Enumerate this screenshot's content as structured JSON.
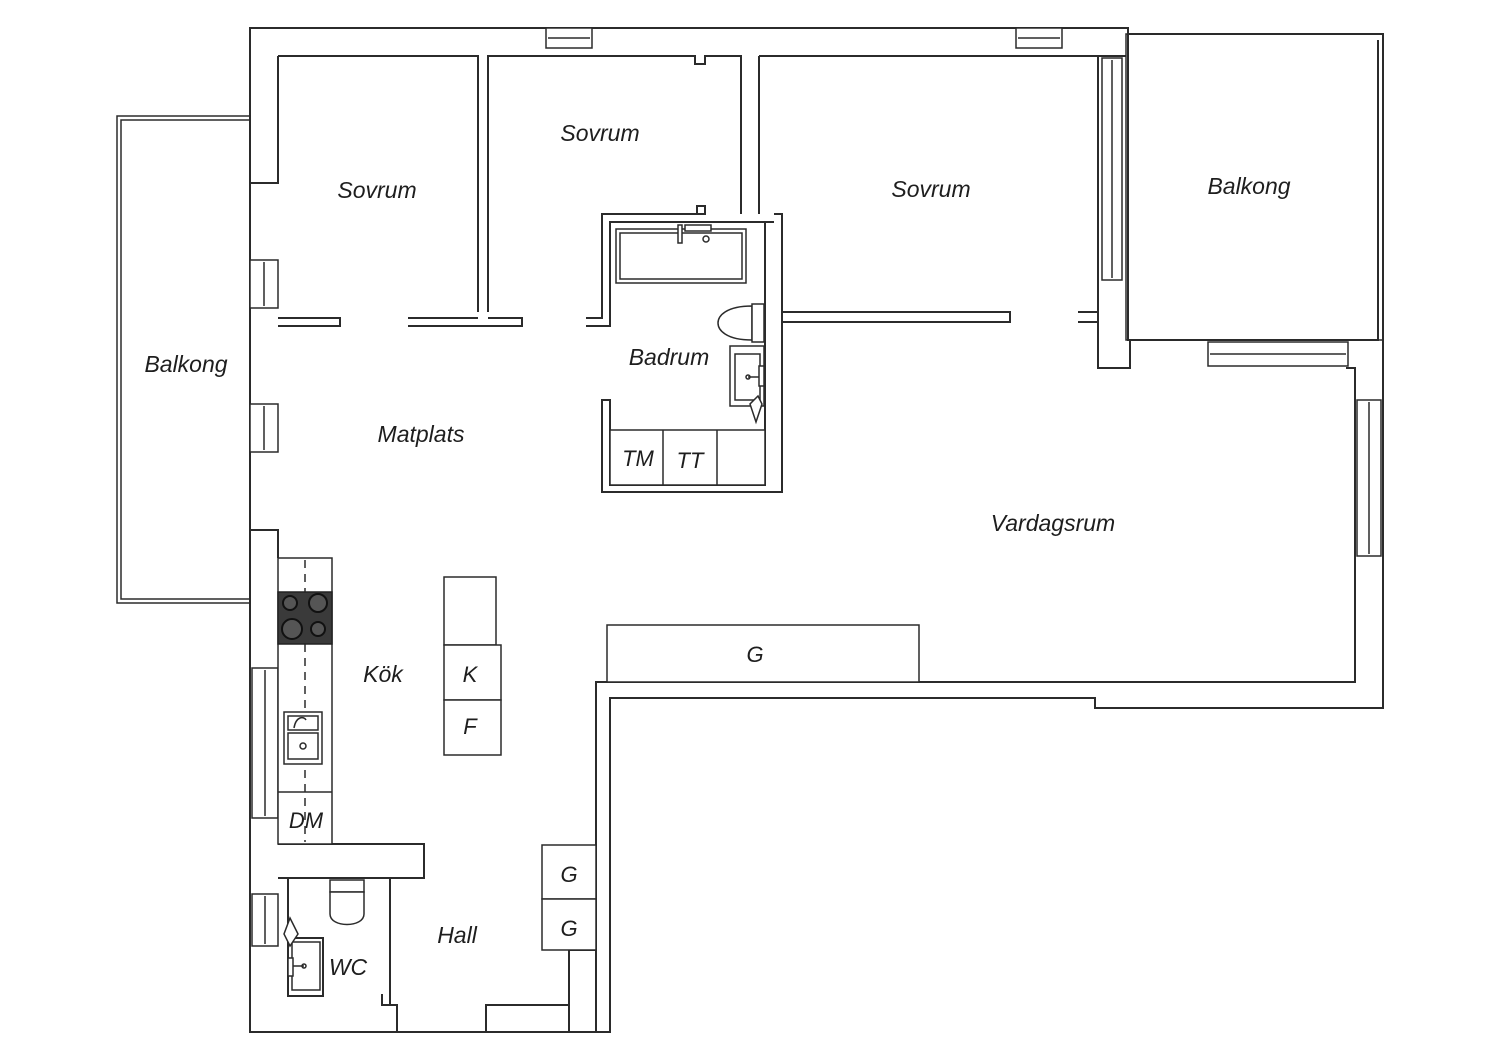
{
  "rooms": {
    "balkong_left": "Balkong",
    "sovrum_1": "Sovrum",
    "sovrum_2": "Sovrum",
    "sovrum_3": "Sovrum",
    "balkong_right": "Balkong",
    "badrum": "Badrum",
    "matplats": "Matplats",
    "vardagsrum": "Vardagsrum",
    "kok": "Kök",
    "hall": "Hall",
    "wc": "WC"
  },
  "fixtures": {
    "tm": "TM",
    "tt": "TT",
    "g_living": "G",
    "k": "K",
    "f": "F",
    "dm": "DM",
    "g_hall_1": "G",
    "g_hall_2": "G"
  }
}
